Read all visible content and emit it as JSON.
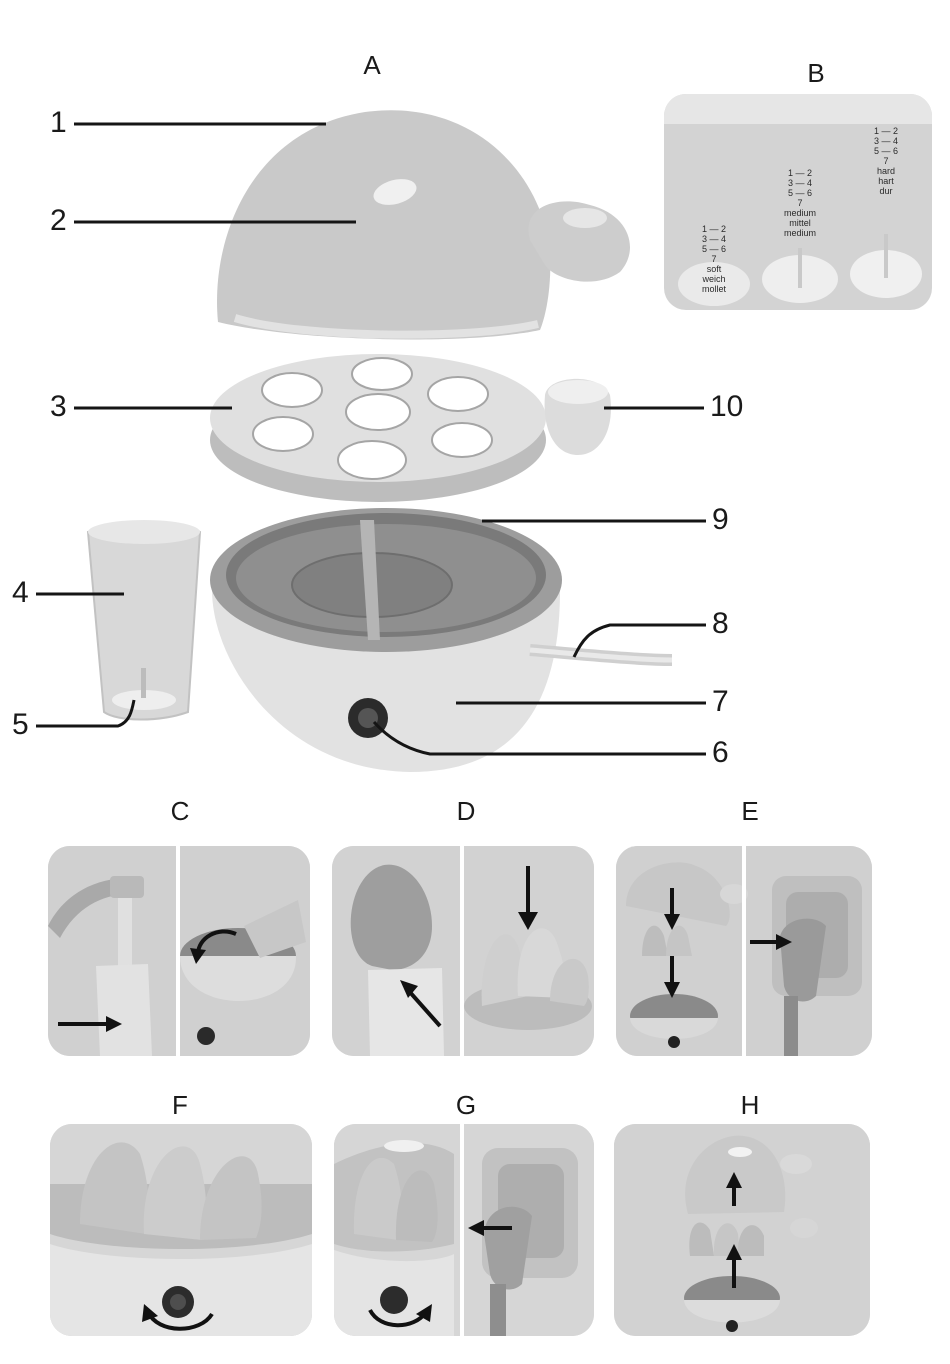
{
  "figure_sections": {
    "A": "A",
    "B": "B",
    "C": "C",
    "D": "D",
    "E": "E",
    "F": "F",
    "G": "G",
    "H": "H"
  },
  "part_numbers": [
    "1",
    "2",
    "3",
    "4",
    "5",
    "6",
    "7",
    "8",
    "9",
    "10"
  ],
  "measuring_cup": {
    "soft": {
      "ticks": [
        "1",
        "2",
        "3",
        "4",
        "5",
        "6",
        "7"
      ],
      "labels": [
        "soft",
        "weich",
        "mollet"
      ]
    },
    "medium": {
      "ticks": [
        "1",
        "2",
        "3",
        "4",
        "5",
        "6",
        "7"
      ],
      "labels": [
        "medium",
        "mittel",
        "medium"
      ]
    },
    "hard": {
      "ticks": [
        "1",
        "2",
        "3",
        "4",
        "5",
        "6",
        "7"
      ],
      "labels": [
        "hard",
        "hart",
        "dur"
      ]
    }
  },
  "colors": {
    "ink": "#151515",
    "panel_bg": "#cfcfcf",
    "appliance_light": "#e4e4e4",
    "appliance_mid": "#bdbdbd"
  }
}
